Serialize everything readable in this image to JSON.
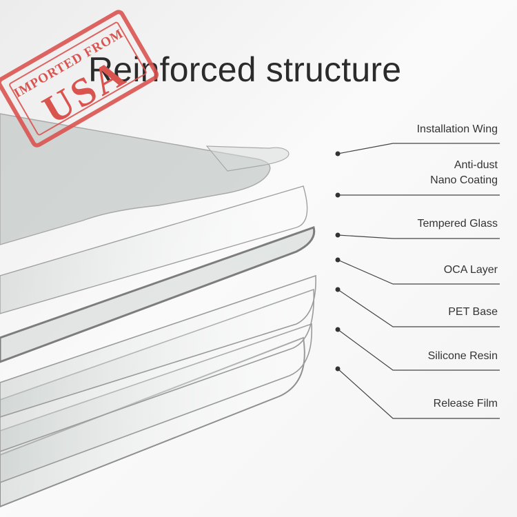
{
  "title": "Reinforced structure",
  "layers": [
    {
      "label_lines": [
        "Installation Wing"
      ]
    },
    {
      "label_lines": [
        "Anti-dust",
        "Nano Coating"
      ]
    },
    {
      "label_lines": [
        "Tempered Glass"
      ]
    },
    {
      "label_lines": [
        "OCA Layer"
      ]
    },
    {
      "label_lines": [
        "PET Base"
      ]
    },
    {
      "label_lines": [
        "Silicone Resin"
      ]
    },
    {
      "label_lines": [
        "Release Film"
      ]
    }
  ],
  "stamp": {
    "line1": "IMPORTED FROM",
    "line2": "USA",
    "color": "#d9534f"
  },
  "colors": {
    "text": "#333333",
    "leader": "#444444",
    "glass_edge": "#9a9a9a"
  }
}
